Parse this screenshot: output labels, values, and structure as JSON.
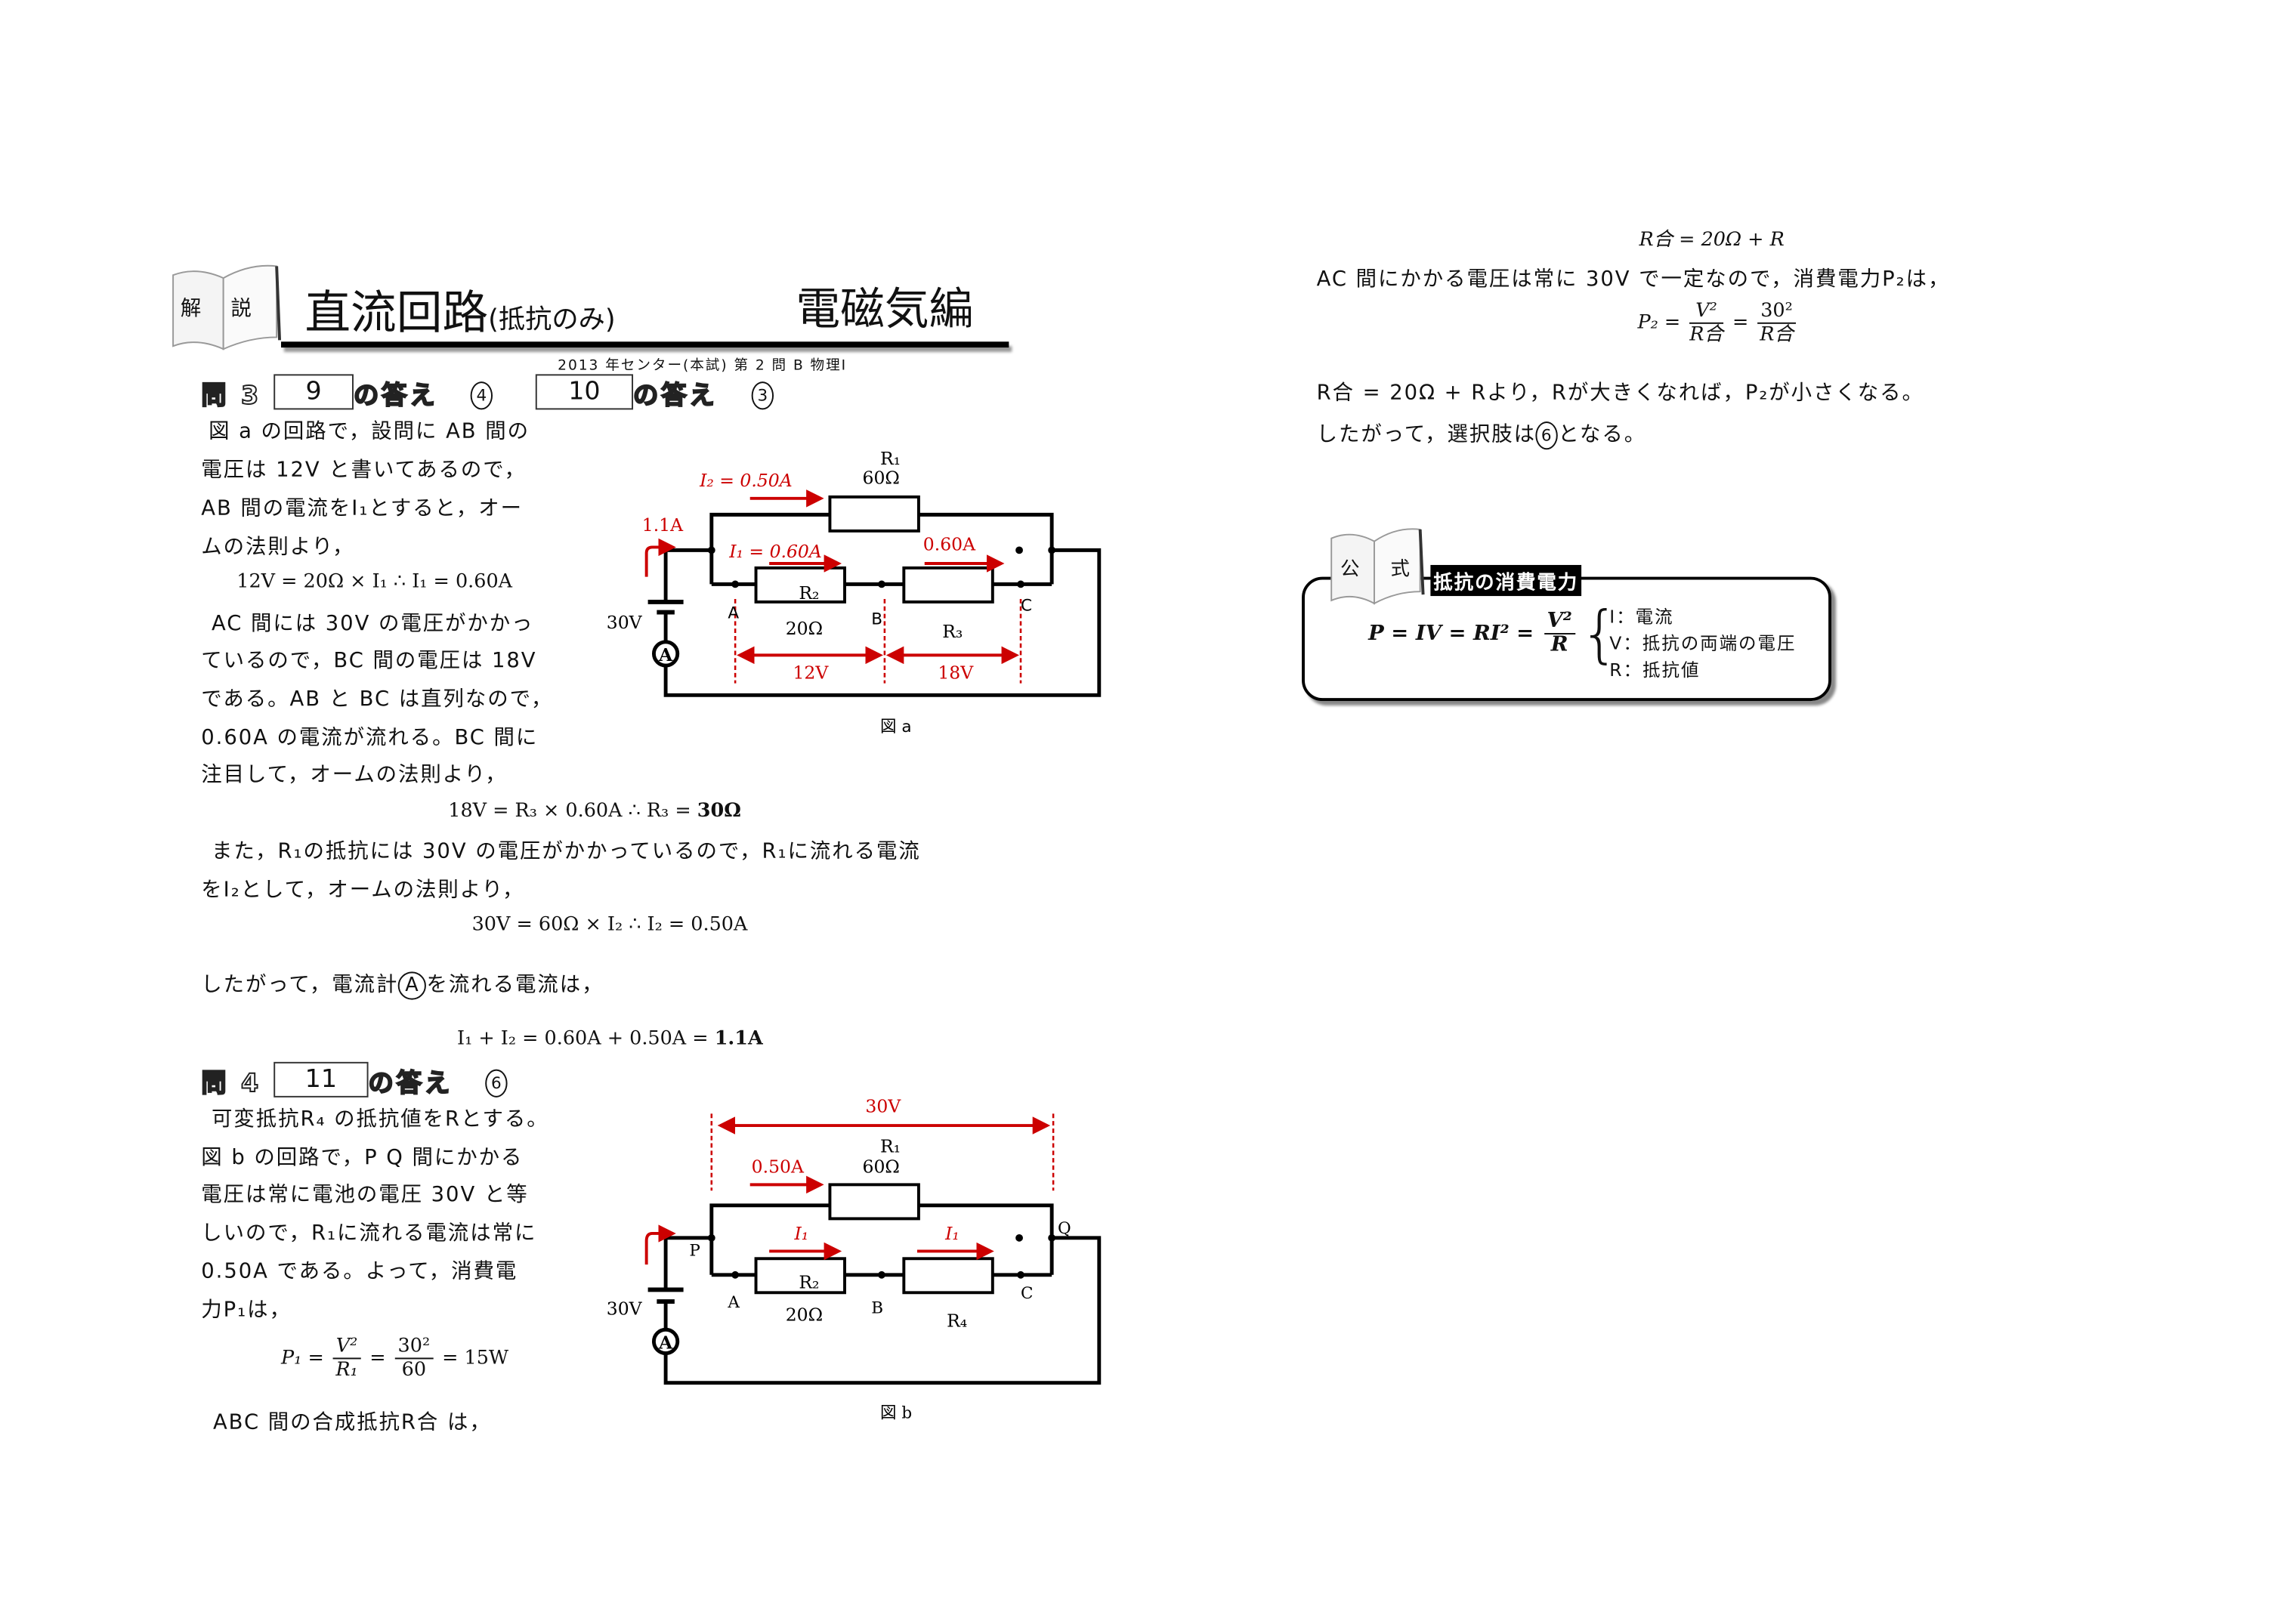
{
  "header": {
    "badge": [
      "解",
      "説"
    ],
    "title": "直流回路",
    "title_sub": "(抵抗のみ)",
    "category": "電磁気編",
    "source": "2013 年センター(本試) 第 2 問  B   物理Ⅰ"
  },
  "q3": {
    "label": "問 3",
    "box1": "9",
    "ans_label": "の答え",
    "ans1": "4",
    "box2": "10",
    "ans2": "3",
    "lines": [
      "図 a の回路で，設問に AB 間の",
      "電圧は 12V と書いてあるので，",
      "AB 間の電流をI₁とすると，オー",
      "ムの法則より，"
    ],
    "eq1": "12V = 20Ω × I₁      ∴ I₁ = 0.60A",
    "lines2": [
      "AC 間には 30V の電圧がかかっ",
      "ているので，BC 間の電圧は 18V",
      "である。AB と BC は直列なので，",
      "0.60A の電流が流れる。BC 間に",
      "注目して，オームの法則より，"
    ],
    "eq2a": "18V = R₃ × 0.60A      ∴ R₃ = ",
    "eq2b": "30Ω",
    "lines3": [
      "また，R₁の抵抗には 30V の電圧がかかっているので，R₁に流れる電流",
      "をI₂として，オームの法則より，"
    ],
    "eq3": "30V = 60Ω × I₂ ∴ I₂ = 0.50A",
    "line4a": "したがって，電流計",
    "line4_meter": "A",
    "line4b": "を流れる電流は，",
    "eq4a": "I₁ + I₂ = 0.60A + 0.50A = ",
    "eq4b": "1.1A"
  },
  "q4": {
    "label": "問 4",
    "box": "11",
    "ans_label": "の答え",
    "ans": "6",
    "lines": [
      "可変抵抗R₄ の抵抗値をRとする。",
      "図 b の回路で，P Q 間にかかる",
      "電圧は常に電池の電圧 30V と等",
      "しいので，R₁に流れる電流は常に",
      "0.50A である。よって，消費電",
      "力P₁は，"
    ],
    "eq_lhs": "P₁ =",
    "eq_n1": "V²",
    "eq_d1": "R₁",
    "eq_n2": "30²",
    "eq_d2": "60",
    "eq_rhs": "= 15W",
    "eq_eq": "=",
    "last": "ABC 間の合成抵抗R合 は，"
  },
  "right": {
    "eq1": "R合 = 20Ω + R",
    "line1": "AC 間にかかる電圧は常に 30V で一定なので，消費電力P₂は，",
    "eq2_lhs": "P₂ =",
    "eq2_n1": "V²",
    "eq2_d1": "R合",
    "eq2_n2": "30²",
    "eq2_d2": "R合",
    "eq2_eq": "=",
    "line2": "R合 = 20Ω + Rより，Rが大きくなれば，P₂が小さくなる。",
    "line3a": "したがって，選択肢は",
    "line3_choice": "6",
    "line3b": "となる。"
  },
  "formula": {
    "badge": [
      "公",
      "式"
    ],
    "title": "抵抗の消費電力",
    "lhs": "P = IV = RI² =",
    "num": "V²",
    "den": "R",
    "defs": [
      "I：電流",
      "V：抵抗の両端の電圧",
      "R：抵抗値"
    ]
  },
  "fig_a": {
    "caption": "図 a",
    "i2": "I₂ = 0.50A",
    "r1": "R₁",
    "r1v": "60Ω",
    "total": "1.1A",
    "i1": "I₁ = 0.60A",
    "i3": "0.60A",
    "r2": "R₂",
    "r2v": "20Ω",
    "r3": "R₃",
    "v": "30V",
    "v12": "12V",
    "v18": "18V",
    "A": "A",
    "B": "B",
    "C": "C",
    "meter": "A"
  },
  "fig_b": {
    "caption": "図 b",
    "vtop": "30V",
    "r1": "R₁",
    "r1v": "60Ω",
    "i2": "0.50A",
    "i1a": "I₁",
    "i1b": "I₁",
    "r2": "R₂",
    "r2v": "20Ω",
    "r4": "R₄",
    "v": "30V",
    "P": "P",
    "Q": "Q",
    "A": "A",
    "B": "B",
    "C": "C",
    "meter": "A"
  },
  "colors": {
    "accent": "#cc0000"
  }
}
